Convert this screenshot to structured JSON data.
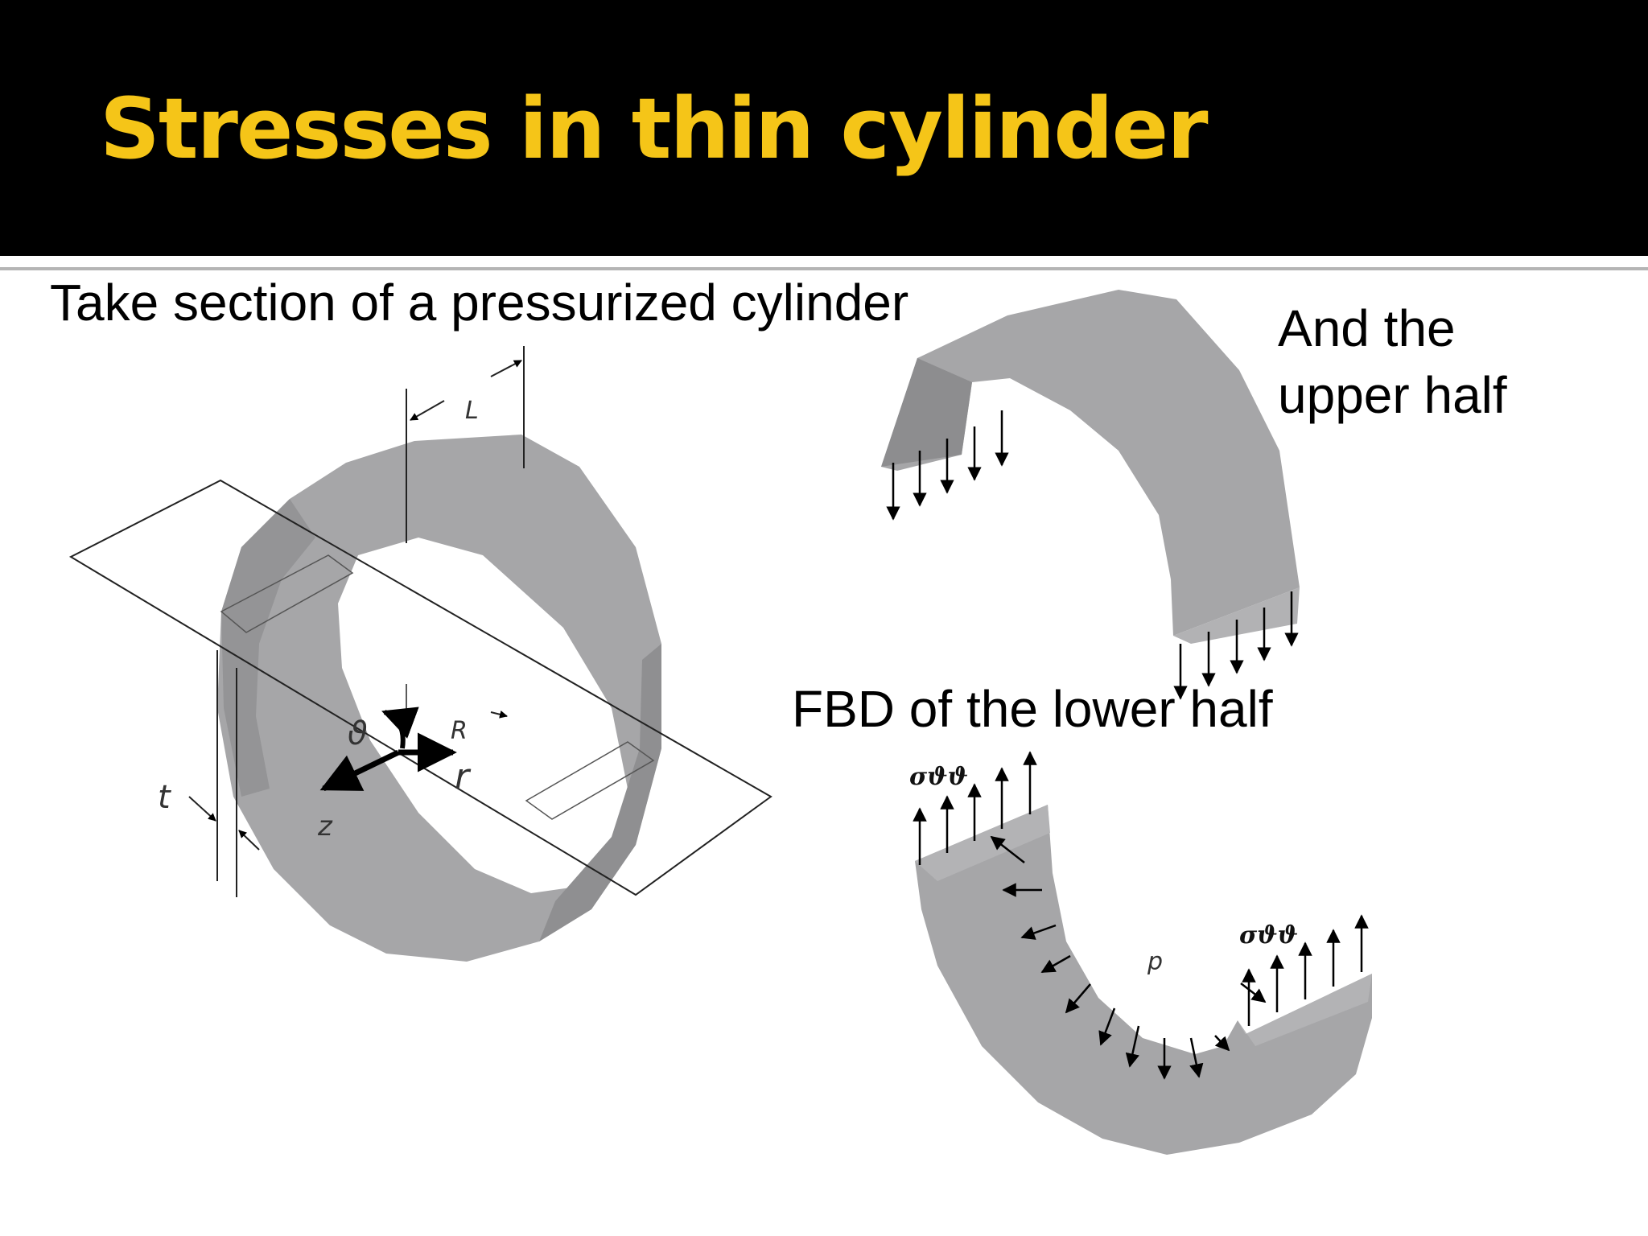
{
  "slide": {
    "title": "Stresses in thin cylinder",
    "caption_left": "Take section of a pressurized cylinder",
    "caption_upper_line1": "And the",
    "caption_upper_line2": "upper half",
    "caption_lower": "FBD of the lower half"
  },
  "figure_labels": {
    "length": "L",
    "radius": "R",
    "thickness": "t",
    "theta": "ϑ",
    "r_axis": "r",
    "z_axis": "z",
    "pressure": "p",
    "hoop_stress_left": "σϑϑ",
    "hoop_stress_right": "σϑϑ"
  },
  "colors": {
    "header_bg": "#000000",
    "title_text": "#f5c518",
    "cylinder_face": "#a6a6a8",
    "cylinder_shadow": "#8e8e90",
    "arrow": "#000000"
  }
}
